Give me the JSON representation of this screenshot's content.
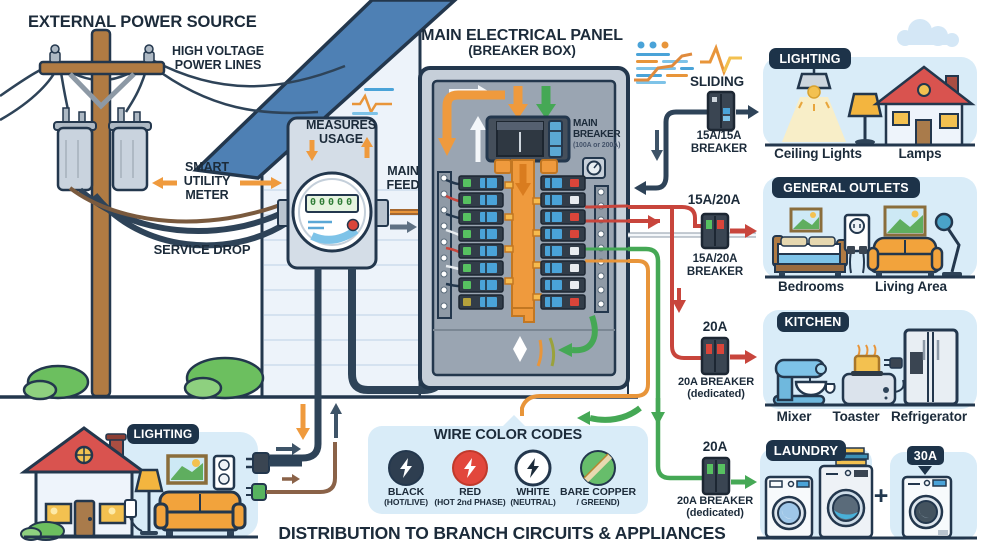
{
  "colors": {
    "accent_orange": "#ef9a3d",
    "wire_red": "#d9453a",
    "wire_green": "#45a855",
    "wire_navy": "#2e4358",
    "zone_panel_bg": "#d9ecf8",
    "pill_bg": "#1d3349"
  },
  "titles": {
    "external": "EXTERNAL POWER SOURCE",
    "panel": "MAIN ELECTRICAL PANEL",
    "panel_sub": "(BREAKER BOX)",
    "footer": "DISTRIBUTION TO BRANCH CIRCUITS & APPLIANCES"
  },
  "source_labels": {
    "high_voltage": "HIGH VOLTAGE\nPOWER LINES",
    "smart_meter": "SMART\nUTILITY\nMETER",
    "service_drop": "SERVICE DROP",
    "measures_usage": "MEASURES\nUSAGE",
    "main_feed": "MAIN\nFEED",
    "meter_display": "00000"
  },
  "panel_labels": {
    "main_breaker": "MAIN\nBREAKER",
    "rating": "(100A or 200A)"
  },
  "branches": [
    {
      "top": "SLIDING",
      "bottom": "15A/15A\nBREAKER"
    },
    {
      "top": "15A/20A",
      "bottom": "15A/20A\nBREAKER"
    },
    {
      "top": "20A",
      "bottom": "20A BREAKER\n(dedicated)"
    },
    {
      "top": "20A",
      "bottom": "20A BREAKER\n(dedicated)"
    }
  ],
  "zones": [
    {
      "title": "LIGHTING",
      "captions": [
        "Ceiling Lights",
        "Lamps"
      ]
    },
    {
      "title": "GENERAL OUTLETS",
      "captions": [
        "Bedrooms",
        "Living Area"
      ]
    },
    {
      "title": "KITCHEN",
      "captions": [
        "Mixer",
        "Toaster",
        "Refrigerator"
      ]
    },
    {
      "title": "LAUNDRY",
      "badge": "30A",
      "plus": "+"
    }
  ],
  "bottom_scene": {
    "label": "LIGHTING"
  },
  "wire_codes": {
    "title": "WIRE COLOR CODES",
    "items": [
      {
        "name": "BLACK",
        "desc": "(HOT/LIVE)",
        "color": "#2e3e50"
      },
      {
        "name": "RED",
        "desc": "(HOT 2nd PHASE)",
        "color": "#e2473c"
      },
      {
        "name": "WHITE",
        "desc": "(NEUTRAL)",
        "color": "#ffffff"
      },
      {
        "name": "BARE COPPER",
        "desc": "/ GREEND)",
        "color": "#67bd6b"
      }
    ]
  }
}
